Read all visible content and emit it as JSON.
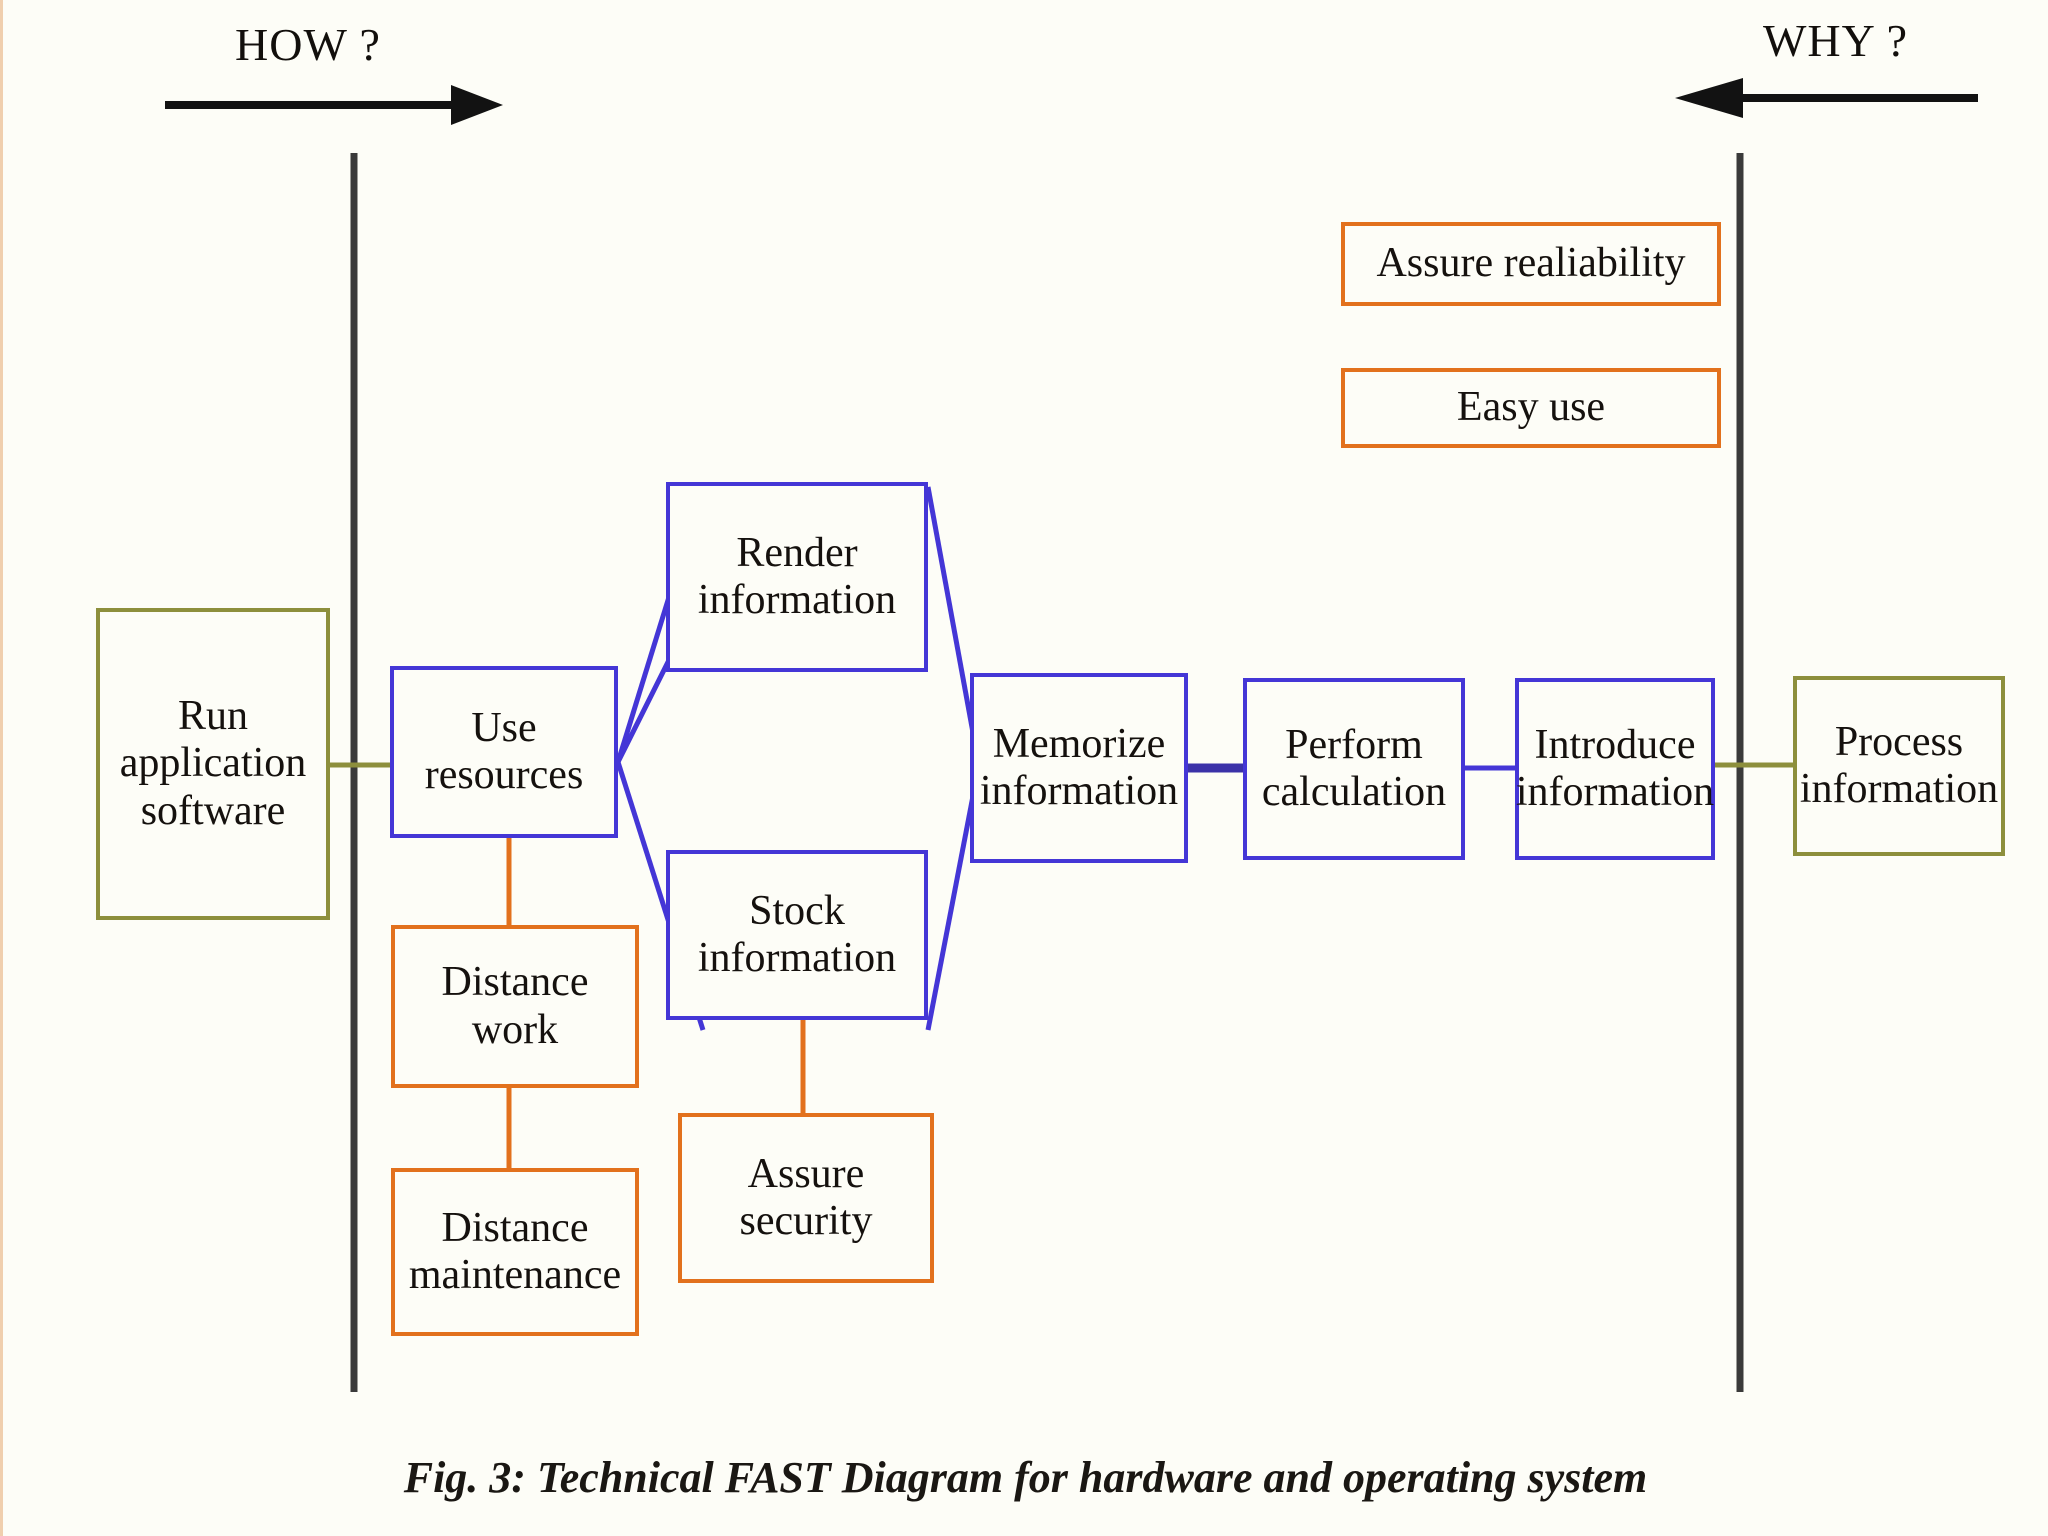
{
  "figure": {
    "caption": "Fig. 3: Technical FAST Diagram for hardware and operating system",
    "background_color": "#fdfdf7"
  },
  "axes": {
    "left_label": "HOW ?",
    "right_label": "WHY ?",
    "left_arrow_direction": "right",
    "right_arrow_direction": "left",
    "scope_line_color": "#2b2b2b"
  },
  "colors": {
    "blue": "#4436d6",
    "orange": "#e2711d",
    "olive": "#8d8f3c",
    "text": "#15110e"
  },
  "nodes": {
    "run_application_software": {
      "label": "Run\napplication\nsoftware",
      "color": "olive"
    },
    "use_resources": {
      "label": "Use\nresources",
      "color": "blue"
    },
    "render_information": {
      "label": "Render\ninformation",
      "color": "blue"
    },
    "stock_information": {
      "label": "Stock\ninformation",
      "color": "blue"
    },
    "memorize_information": {
      "label": "Memorize\ninformation",
      "color": "blue"
    },
    "perform_calculation": {
      "label": "Perform\ncalculation",
      "color": "blue"
    },
    "introduce_information": {
      "label": "Introduce\ninformation",
      "color": "blue"
    },
    "process_information": {
      "label": "Process\ninformation",
      "color": "olive"
    },
    "distance_work": {
      "label": "Distance\nwork",
      "color": "orange"
    },
    "distance_maintenance": {
      "label": "Distance\nmaintenance",
      "color": "orange"
    },
    "assure_security": {
      "label": "Assure\nsecurity",
      "color": "orange"
    },
    "assure_realiability": {
      "label": "Assure realiability",
      "color": "orange"
    },
    "easy_use": {
      "label": "Easy use",
      "color": "orange"
    }
  }
}
